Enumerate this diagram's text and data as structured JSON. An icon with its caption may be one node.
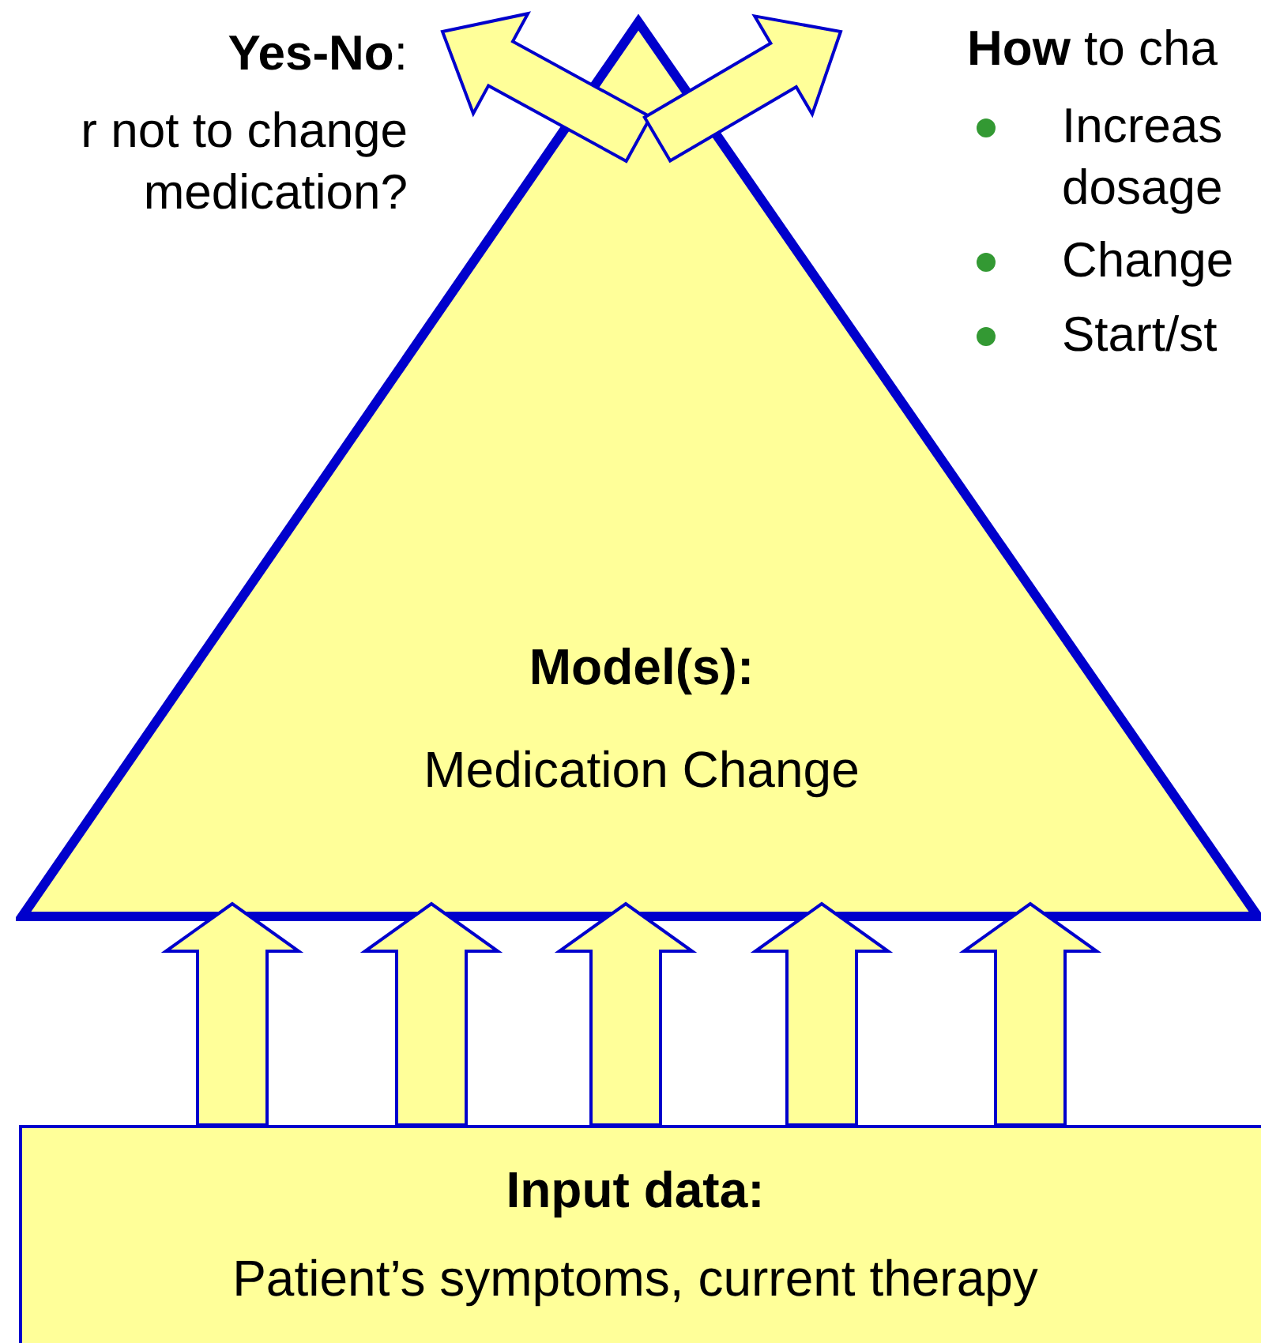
{
  "diagram": {
    "nodes": [
      {
        "text": [
          "Model(s):",
          "Medication Change"
        ]
      },
      {
        "text": [
          "**Yes-No**:",
          "r not to change medication?"
        ]
      },
      {
        "text": [
          "**How** to cha",
          "Increas dosage",
          "Change",
          "Start/st"
        ]
      },
      {
        "text": [
          "Input data:",
          "Patient’s symptoms, current therapy"
        ]
      }
    ],
    "edges": [
      {
        "from": 3,
        "to": 0,
        "arrow": "to"
      },
      {
        "from": 3,
        "to": 0,
        "arrow": "to"
      },
      {
        "from": 3,
        "to": 0,
        "arrow": "to"
      },
      {
        "from": 3,
        "to": 0,
        "arrow": "to"
      },
      {
        "from": 3,
        "to": 0,
        "arrow": "to"
      },
      {
        "from": 0,
        "to": 1,
        "arrow": "to"
      },
      {
        "from": 0,
        "to": 2,
        "arrow": "to"
      }
    ]
  }
}
